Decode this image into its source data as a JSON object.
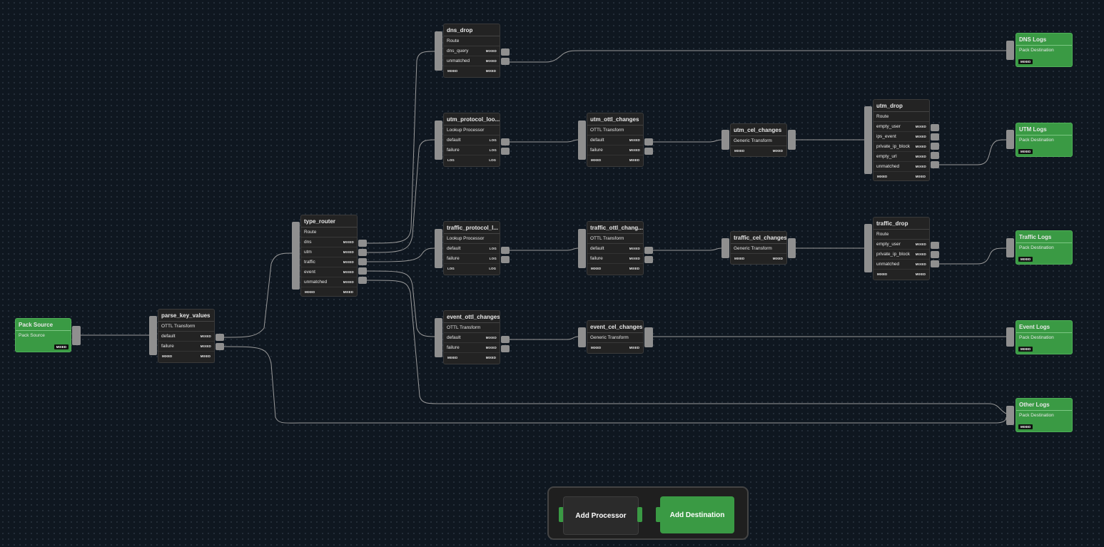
{
  "source": {
    "title": "Pack Source",
    "subtitle": "Pack Source",
    "badge": "MIXED"
  },
  "parse": {
    "title": "parse_key_values",
    "type": "OTTL Transform",
    "r1": "default",
    "r1tag": "MIXED",
    "r2": "failure",
    "r2tag": "MIXED",
    "f1": "MIXED",
    "f2": "MIXED"
  },
  "router": {
    "title": "type_router",
    "type": "Route",
    "r1": "dns",
    "r1tag": "MIXED",
    "r2": "utm",
    "r2tag": "MIXED",
    "r3": "traffic",
    "r3tag": "MIXED",
    "r4": "event",
    "r4tag": "MIXED",
    "r5": "unmatched",
    "r5tag": "MIXED",
    "f1": "MIXED",
    "f2": "MIXED"
  },
  "dnsdrop": {
    "title": "dns_drop",
    "type": "Route",
    "r1": "dns_query",
    "r1tag": "MIXED",
    "r2": "unmatched",
    "r2tag": "MIXED",
    "f1": "MIXED",
    "f2": "MIXED"
  },
  "utmlookup": {
    "title": "utm_protocol_loo...",
    "type": "Lookup Processor",
    "r1": "default",
    "r1tag": "LOG",
    "r2": "failure",
    "r2tag": "LOG",
    "f1": "LOG",
    "f2": "LOG"
  },
  "utmottl": {
    "title": "utm_ottl_changes",
    "type": "OTTL Transform",
    "r1": "default",
    "r1tag": "MIXED",
    "r2": "failure",
    "r2tag": "MIXED",
    "f1": "MIXED",
    "f2": "MIXED"
  },
  "utmcel": {
    "title": "utm_cel_changes",
    "type": "Generic Transform",
    "f1": "MIXED",
    "f2": "MIXED"
  },
  "utmdrop": {
    "title": "utm_drop",
    "type": "Route",
    "r1": "empty_user",
    "r1tag": "MIXED",
    "r2": "ips_event",
    "r2tag": "MIXED",
    "r3": "private_ip_block",
    "r3tag": "MIXED",
    "r4": "empty_url",
    "r4tag": "MIXED",
    "r5": "unmatched",
    "r5tag": "MIXED",
    "f1": "MIXED",
    "f2": "MIXED"
  },
  "trlookup": {
    "title": "traffic_protocol_l...",
    "type": "Lookup Processor",
    "r1": "default",
    "r1tag": "LOG",
    "r2": "failure",
    "r2tag": "LOG",
    "f1": "LOG",
    "f2": "LOG"
  },
  "trottl": {
    "title": "traffic_ottl_chang...",
    "type": "OTTL Transform",
    "r1": "default",
    "r1tag": "MIXED",
    "r2": "failure",
    "r2tag": "MIXED",
    "f1": "MIXED",
    "f2": "MIXED"
  },
  "trcel": {
    "title": "traffic_cel_changes",
    "type": "Generic Transform",
    "f1": "MIXED",
    "f2": "MIXED"
  },
  "trdrop": {
    "title": "traffic_drop",
    "type": "Route",
    "r1": "empty_user",
    "r1tag": "MIXED",
    "r2": "private_ip_block",
    "r2tag": "MIXED",
    "r3": "unmatched",
    "r3tag": "MIXED",
    "f1": "MIXED",
    "f2": "MIXED"
  },
  "evottl": {
    "title": "event_ottl_changes",
    "type": "OTTL Transform",
    "r1": "default",
    "r1tag": "MIXED",
    "r2": "failure",
    "r2tag": "MIXED",
    "f1": "MIXED",
    "f2": "MIXED"
  },
  "evcel": {
    "title": "event_cel_changes",
    "type": "Generic Transform",
    "f1": "MIXED",
    "f2": "MIXED"
  },
  "dest_dns": {
    "title": "DNS Logs",
    "subtitle": "Pack Destination",
    "badge": "MIXED"
  },
  "dest_utm": {
    "title": "UTM Logs",
    "subtitle": "Pack Destination",
    "badge": "MIXED"
  },
  "dest_traffic": {
    "title": "Traffic Logs",
    "subtitle": "Pack Destination",
    "badge": "MIXED"
  },
  "dest_event": {
    "title": "Event Logs",
    "subtitle": "Pack Destination",
    "badge": "MIXED"
  },
  "dest_other": {
    "title": "Other Logs",
    "subtitle": "Pack Destination",
    "badge": "MIXED"
  },
  "actions": {
    "add_processor": "Add Processor",
    "add_destination": "Add Destination"
  },
  "colors": {
    "node_green": "#3a9a44",
    "node_dark": "#232323",
    "wire": "#9a9a9a",
    "background": "#0f1720"
  }
}
